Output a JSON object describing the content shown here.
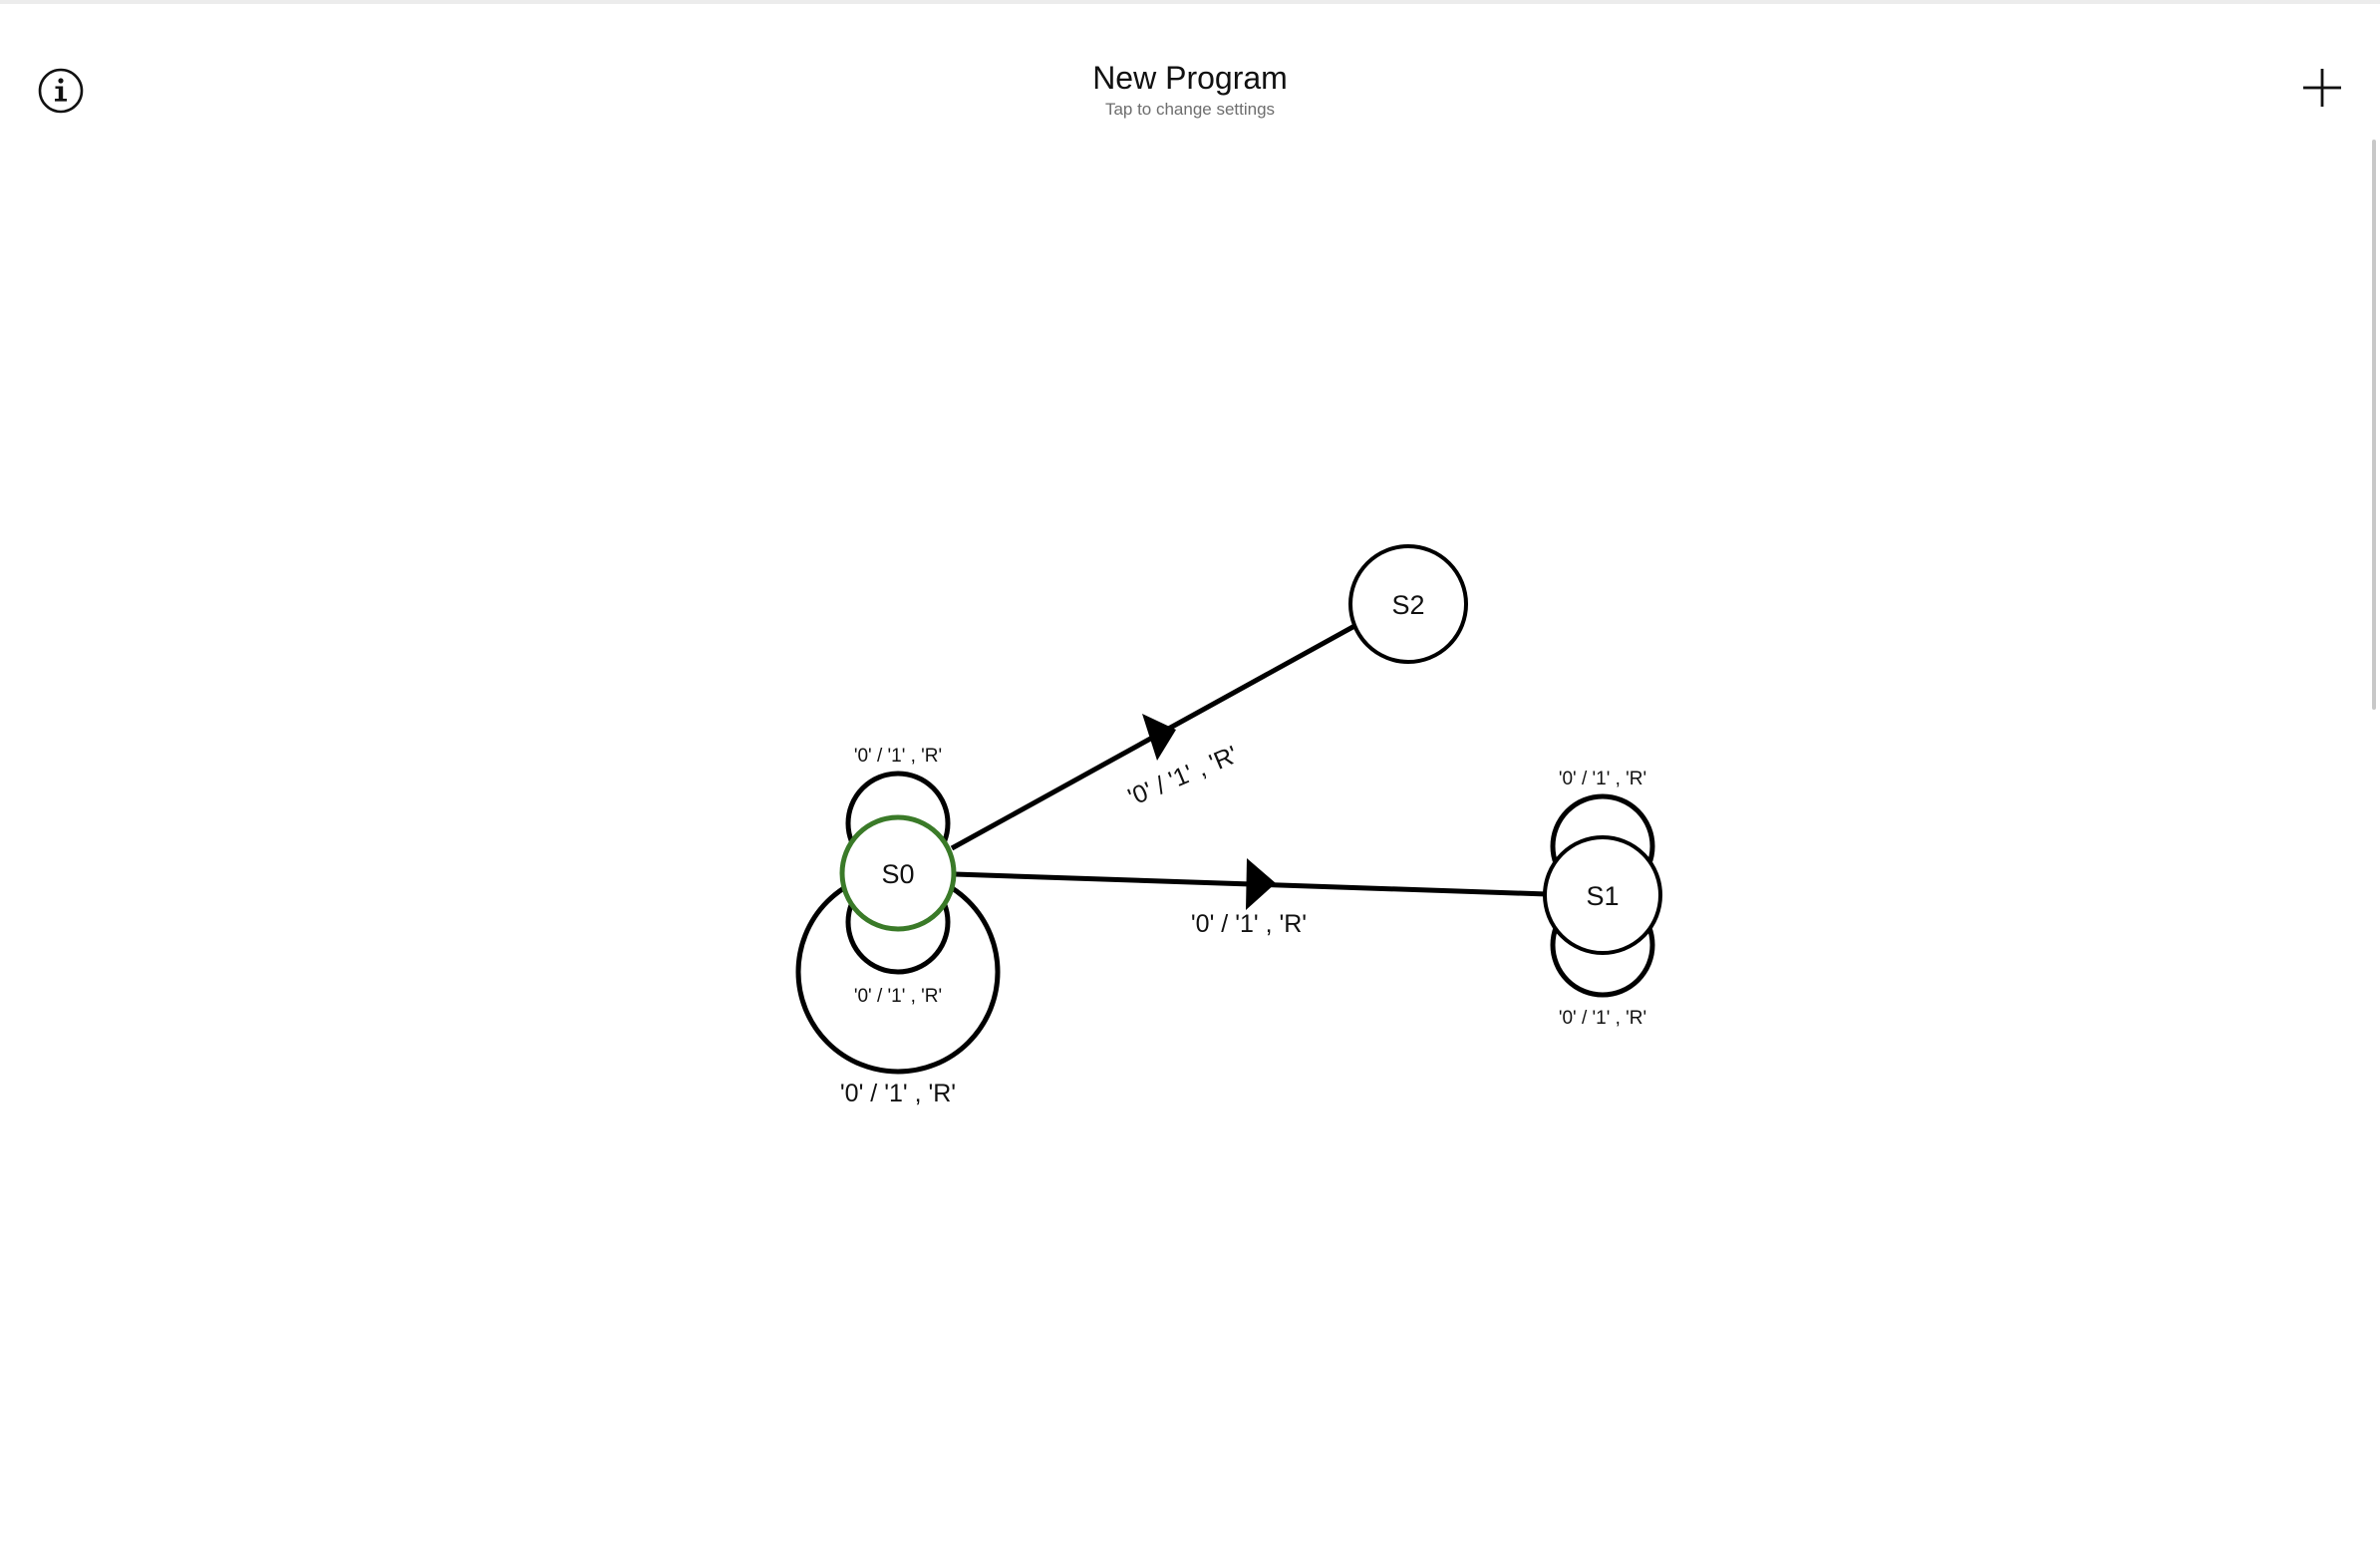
{
  "header": {
    "title": "New Program",
    "subtitle": "Tap to change settings",
    "info_icon": "info-circle-icon",
    "add_icon": "plus-icon"
  },
  "colors": {
    "background": "#ffffff",
    "stroke": "#000000",
    "start_state": "#3a7a28"
  },
  "states": [
    {
      "id": "S0",
      "label": "S0",
      "is_start": true
    },
    {
      "id": "S1",
      "label": "S1",
      "is_start": false
    },
    {
      "id": "S2",
      "label": "S2",
      "is_start": false
    }
  ],
  "transitions": [
    {
      "from": "S0",
      "to": "S2",
      "label": "'0' / '1' , 'R'"
    },
    {
      "from": "S0",
      "to": "S1",
      "label": "'0' / '1' , 'R'"
    },
    {
      "from": "S0",
      "to": "S0",
      "label": "'0' / '1' , 'R'"
    },
    {
      "from": "S0",
      "to": "S0",
      "label": "'0' / '1' , 'R'"
    },
    {
      "from": "S0",
      "to": "S0",
      "label": "'0' / '1' , 'R'"
    },
    {
      "from": "S1",
      "to": "S1",
      "label": "'0' / '1' , 'R'"
    },
    {
      "from": "S1",
      "to": "S1",
      "label": "'0' / '1' , 'R'"
    }
  ]
}
